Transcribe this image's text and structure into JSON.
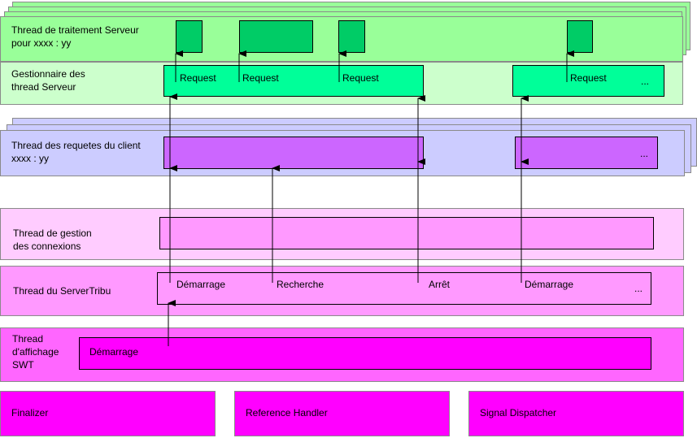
{
  "colors": {
    "server_lane": "#99ff99",
    "manager_lane": "#ccffcc",
    "request_box": "#00ff99",
    "small_box": "#00cc66",
    "client_lane": "#ccccff",
    "client_box": "#cc66ff",
    "connections_lane": "#ffccff",
    "connections_box": "#ff99ff",
    "servertribu_lane": "#ff99ff",
    "swt_lane": "#ff66ff",
    "swt_box": "#ff00ff",
    "bottom_boxes": "#ff00ff"
  },
  "lanes": {
    "server_thread": "Thread de traitement Serveur\npour xxxx : yy",
    "server_manager": "Gestionnaire des\nthread Serveur",
    "client_requests": "Thread des requetes du client\nxxxx : yy",
    "connections": "Thread de gestion\ndes connexions",
    "servertribu": "Thread du ServerTribu",
    "swt_display": "Thread\nd'affichage\nSWT"
  },
  "requests": [
    "Request",
    "Request",
    "Request",
    "Request"
  ],
  "ellipsis": "...",
  "actions": {
    "start": "Démarrage",
    "search": "Recherche",
    "stop": "Arrêt",
    "start2": "Démarrage"
  },
  "swt_start": "Démarrage",
  "bottom": {
    "finalizer": "Finalizer",
    "reference_handler": "Reference Handler",
    "signal_dispatcher": "Signal Dispatcher"
  }
}
